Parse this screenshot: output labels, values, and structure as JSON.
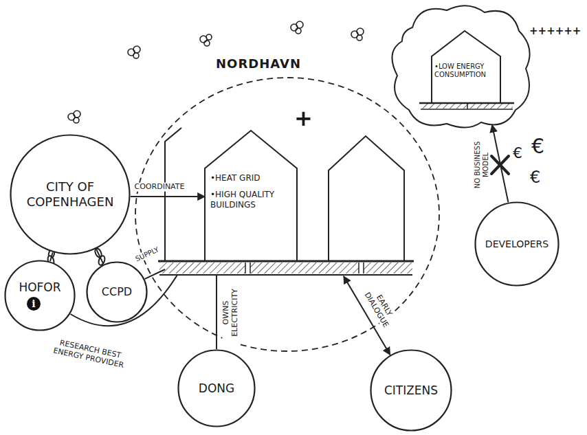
{
  "diagram": {
    "nodes": [
      {
        "text": [
          "NORDHAVN"
        ]
      },
      {
        "text": [
          "•HEAT GRID",
          "•HIGH QUALITY BUILDINGS"
        ],
        "in": 0
      },
      {
        "text": [
          "•LOW ENERGY CONSUMPTION"
        ]
      },
      {
        "text": [
          "CITY OF COPENHAGEN"
        ]
      },
      {
        "text": [
          "DEVELOPERS"
        ]
      },
      {
        "text": [
          "HOFOR",
          "i"
        ]
      },
      {
        "text": [
          "CCPD"
        ]
      },
      {
        "text": [
          "DONG"
        ]
      },
      {
        "text": [
          "CITIZENS"
        ]
      }
    ],
    "edges": [
      {
        "from": 3,
        "to": 1,
        "arrow": "to",
        "label": "COORDINATE"
      },
      {
        "from": 3,
        "to": 5,
        "arrow": "none"
      },
      {
        "from": 3,
        "to": 6,
        "arrow": "none"
      },
      {
        "from": 6,
        "to": 0,
        "arrow": "none",
        "label": "SUPPLY"
      },
      {
        "from": 5,
        "to": 0,
        "arrow": "none",
        "label": "RESEARCH BEST ENERGY PROVIDER"
      },
      {
        "from": 7,
        "to": 0,
        "arrow": "none",
        "label": "OWNS ELECTRICITY"
      },
      {
        "from": 8,
        "to": 0,
        "arrow": "both",
        "label": "EARLY DIALOGUE"
      },
      {
        "from": 4,
        "to": 2,
        "arrow": "to",
        "label": "NO BUSINESS MODEL"
      }
    ],
    "labels": [
      "+",
      "++++++",
      "€",
      "€",
      "€"
    ]
  }
}
